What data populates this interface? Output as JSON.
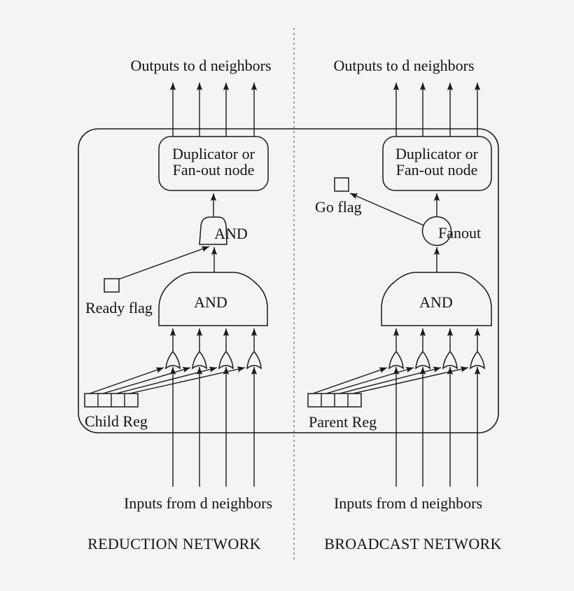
{
  "figure": {
    "reduction": {
      "outputs_label": "Outputs to d neighbors",
      "duplicator_line1": "Duplicator or",
      "duplicator_line2": "Fan-out node",
      "small_and_label": "AND",
      "big_and_label": "AND",
      "flag_label": "Ready flag",
      "register_label": "Child Reg",
      "inputs_label": "Inputs from d neighbors",
      "title": "REDUCTION NETWORK"
    },
    "broadcast": {
      "outputs_label": "Outputs to d neighbors",
      "duplicator_line1": "Duplicator or",
      "duplicator_line2": "Fan-out node",
      "fanout_label": "Fanout",
      "big_and_label": "AND",
      "flag_label": "Go flag",
      "register_label": "Parent Reg",
      "inputs_label": "Inputs from d neighbors",
      "title": "BROADCAST NETWORK"
    },
    "colors": {
      "background": "#f5f4f3",
      "line": "#1a1a1a",
      "text": "#141414",
      "divider": "#666666"
    }
  }
}
